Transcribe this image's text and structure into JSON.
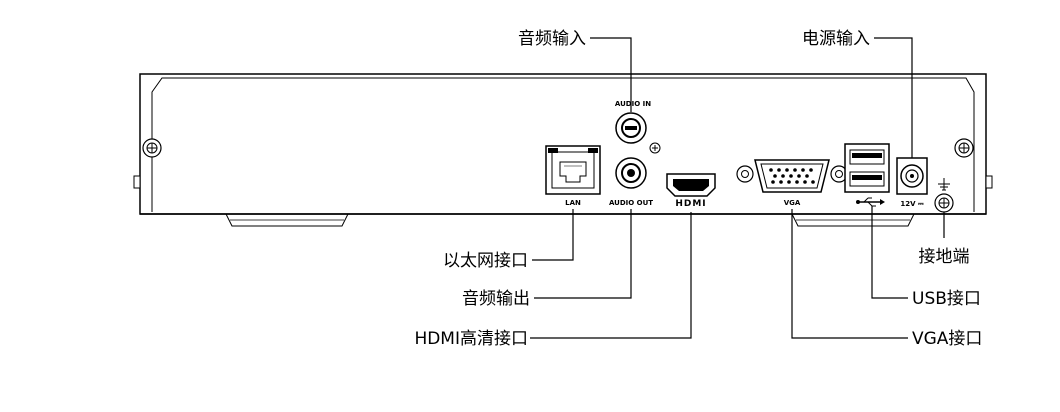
{
  "callouts": {
    "audio_in": "音频输入",
    "power_in": "电源输入",
    "lan": "以太网接口",
    "audio_out": "音频输出",
    "hdmi": "HDMI高清接口",
    "ground": "接地端",
    "usb": "USB接口",
    "vga": "VGA接口"
  },
  "panel_labels": {
    "audio_in": "AUDIO IN",
    "audio_out": "AUDIO OUT",
    "lan": "LAN",
    "hdmi": "HDMI",
    "vga": "VGA",
    "power": "12V ⎓"
  }
}
